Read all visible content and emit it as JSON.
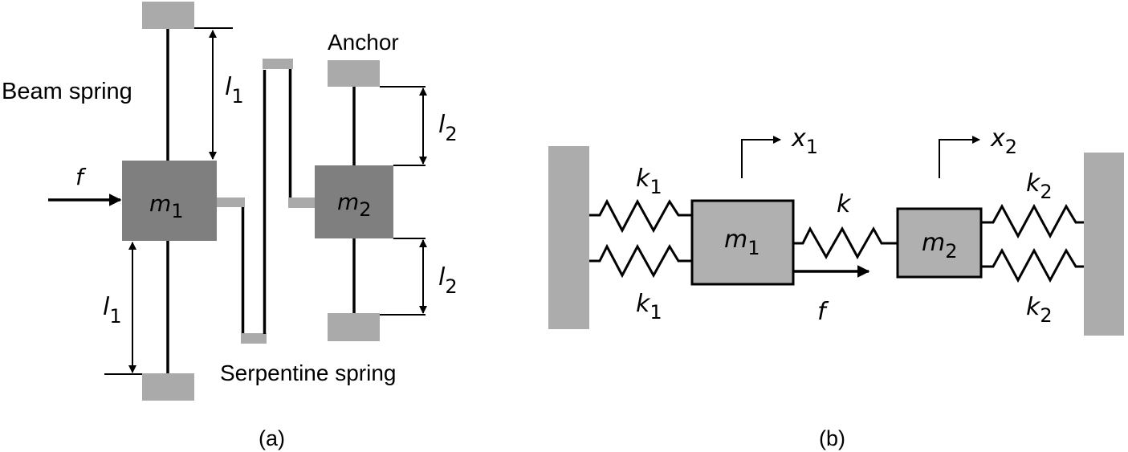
{
  "figure": {
    "panels": [
      {
        "id": "a",
        "caption": "(a)",
        "labels": {
          "beam_spring": "Beam spring",
          "anchor": "Anchor",
          "serpentine_spring": "Serpentine spring",
          "force": "f",
          "mass1": {
            "base": "m",
            "sub": "1"
          },
          "mass2": {
            "base": "m",
            "sub": "2"
          },
          "length1_top": {
            "base": "l",
            "sub": "1"
          },
          "length1_bottom": {
            "base": "l",
            "sub": "1"
          },
          "length2_top": {
            "base": "l",
            "sub": "2"
          },
          "length2_bottom": {
            "base": "l",
            "sub": "2"
          }
        }
      },
      {
        "id": "b",
        "caption": "(b)",
        "labels": {
          "mass1": {
            "base": "m",
            "sub": "1"
          },
          "mass2": {
            "base": "m",
            "sub": "2"
          },
          "k1_top": {
            "base": "k",
            "sub": "1"
          },
          "k1_bottom": {
            "base": "k",
            "sub": "1"
          },
          "k_coupling": {
            "base": "k",
            "sub": ""
          },
          "k2_top": {
            "base": "k",
            "sub": "2"
          },
          "k2_bottom": {
            "base": "k",
            "sub": "2"
          },
          "x1": {
            "base": "x",
            "sub": "1"
          },
          "x2": {
            "base": "x",
            "sub": "2"
          },
          "force": "f"
        }
      }
    ],
    "colors": {
      "anchor_gray": "#aaaaaa",
      "mass_dark_gray": "#7f7f7f",
      "mass_light_gray": "#b0b0b0",
      "wall_gray": "#acacac",
      "line": "#000000"
    }
  }
}
